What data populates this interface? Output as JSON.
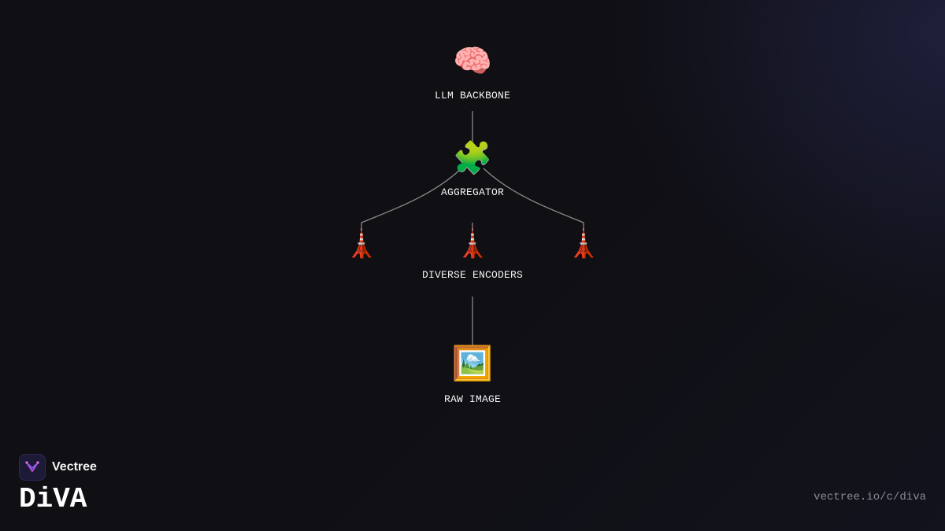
{
  "diagram": {
    "nodes": {
      "llm_backbone": {
        "label": "LLM BACKBONE",
        "icon": "brain-icon",
        "glyph": "🧠"
      },
      "aggregator": {
        "label": "AGGREGATOR",
        "icon": "puzzle-piece-icon",
        "glyph": "🧩"
      },
      "diverse_encoders": {
        "label": "DIVERSE ENCODERS",
        "icon": "tower-icon",
        "glyph": "🗼"
      },
      "raw_image": {
        "label": "RAW IMAGE",
        "icon": "framed-picture-icon",
        "glyph": "🖼️"
      }
    },
    "edges": [
      {
        "from": "aggregator",
        "to": "llm_backbone"
      },
      {
        "from": "diverse_encoders",
        "to": "aggregator"
      },
      {
        "from": "raw_image",
        "to": "diverse_encoders"
      }
    ],
    "encoder_count": 3,
    "edge_color": "#8a8a8a"
  },
  "brand": {
    "name": "Vectree",
    "title": "DiVA",
    "logo_color": "#b34fd6"
  },
  "footer": {
    "url": "vectree.io/c/diva"
  }
}
